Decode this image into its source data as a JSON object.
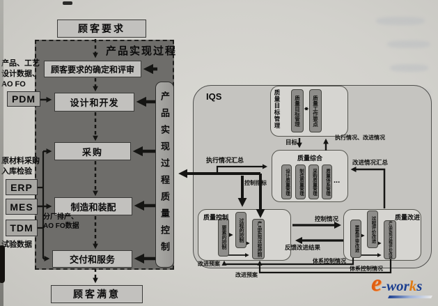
{
  "diagram": {
    "customer_requirement": "顾客要求",
    "process_title": "产品实现过程",
    "steps": [
      "顾客要求的确定和评审",
      "设计和开发",
      "采购",
      "制造和装配",
      "交付和服务"
    ],
    "customer_satisfaction": "顾客满意",
    "control_bar": "产品实现过程质量控制"
  },
  "left_panel": {
    "pdm_note_lines": [
      "产品、工艺",
      "设计数据、",
      "AO FO"
    ],
    "pdm_label": "PDM",
    "erp_note_lines": [
      "原材料采购",
      "入库检验"
    ],
    "erp_label": "ERP",
    "mes_label": "MES",
    "mes_note_lines": [
      "分厂排产、",
      "AO FO数据"
    ],
    "tdm_label": "TDM",
    "test_data_note": "试验数据"
  },
  "iqs": {
    "title": "IQS",
    "quality_target": {
      "label": "质量目标管理",
      "module_1": "质量目标管理",
      "module_2": "质量工作要点"
    },
    "quality_synthesis": {
      "label": "质量综合",
      "module_1": "设计质量管理",
      "module_2": "制造质量管理",
      "module_3": "采购质量管理",
      "module_4": "质量体系管理",
      "ellipsis": "..."
    },
    "quality_control": {
      "label": "质量控制",
      "module_1": "要素的控制",
      "module_2": "过程的控制",
      "module_3": "产品实现过程控制"
    },
    "quality_improve": {
      "label": "质量改进",
      "module_1": "要素评审改进",
      "module_2": "过程评价改进",
      "module_3": "产品实现过程评价改进"
    }
  },
  "arrow_labels": {
    "goal": "目标",
    "exec_and_improve": "执行情况、改进情况",
    "exec_summary": "执行情况汇总",
    "control_index": "控制指标",
    "improve_summary": "改进情况汇总",
    "control_status": "控制情况",
    "feedback_result": "反馈改进结果",
    "system_control_a": "体系控制情况",
    "system_control_b": "体系控制情况",
    "improve_plan_a": "改进预案",
    "improve_plan_b": "改进预案"
  },
  "logo": {
    "part_e": "e",
    "part_wor": "-wor",
    "part_k": "k",
    "part_s": "s"
  }
}
